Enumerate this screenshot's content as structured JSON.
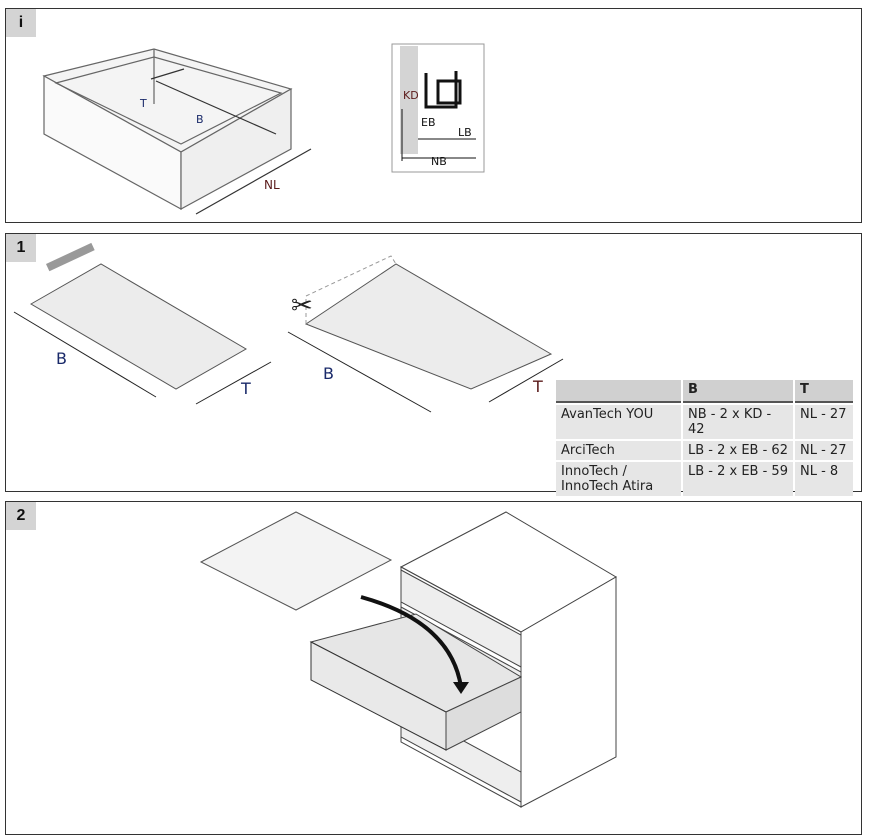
{
  "steps": {
    "info": "i",
    "one": "1",
    "two": "2"
  },
  "labels": {
    "T": "T",
    "B": "B",
    "NL": "NL",
    "KD": "KD",
    "EB": "EB",
    "LB": "LB",
    "NB": "NB"
  },
  "table": {
    "headers": [
      "",
      "B",
      "T"
    ],
    "rows": [
      {
        "name": "AvanTech YOU",
        "b": "NB - 2 x KD - 42",
        "t": "NL - 27"
      },
      {
        "name": "ArciTech",
        "b": "LB - 2 x EB - 62",
        "t": "NL - 27"
      },
      {
        "name": "InnoTech / InnoTech Atira",
        "b": "LB - 2 x EB - 59",
        "t": "NL - 8"
      }
    ]
  }
}
